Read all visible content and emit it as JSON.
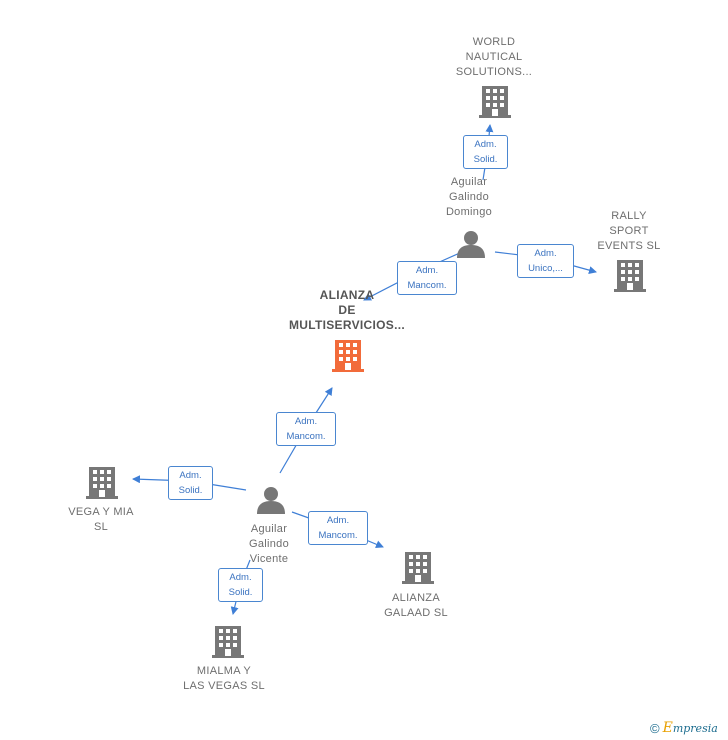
{
  "nodes": {
    "main": {
      "label_lines": [
        "ALIANZA",
        "DE",
        "MULTISERVICIOS..."
      ],
      "color": "#f26b3a"
    },
    "world": {
      "label_lines": [
        "WORLD",
        "NAUTICAL",
        "SOLUTIONS..."
      ]
    },
    "rally": {
      "label_lines": [
        "RALLY",
        "SPORT",
        "EVENTS  SL"
      ]
    },
    "vega": {
      "label_lines": [
        "VEGA Y MIA",
        "SL"
      ]
    },
    "galaad": {
      "label_lines": [
        "ALIANZA",
        "GALAAD  SL"
      ]
    },
    "mialma": {
      "label_lines": [
        "MIALMA Y",
        "LAS VEGAS  SL"
      ]
    },
    "domingo": {
      "label_lines": [
        "Aguilar",
        "Galindo",
        "Domingo"
      ]
    },
    "vicente": {
      "label_lines": [
        "Aguilar",
        "Galindo",
        "Vicente"
      ]
    }
  },
  "roles": {
    "domingo_world": [
      "Adm.",
      "Solid."
    ],
    "domingo_rally": [
      "Adm.",
      "Unico,..."
    ],
    "domingo_main": [
      "Adm.",
      "Mancom."
    ],
    "vicente_main": [
      "Adm.",
      "Mancom."
    ],
    "vicente_vega": [
      "Adm.",
      "Solid."
    ],
    "vicente_galaad": [
      "Adm.",
      "Mancom."
    ],
    "vicente_mialma": [
      "Adm.",
      "Solid."
    ]
  },
  "colors": {
    "company": "#777777",
    "main_company": "#f26b3a",
    "person": "#777777",
    "edge": "#3f7fd6"
  },
  "footer": {
    "copyright": "©",
    "brand_e": "E",
    "brand_rest": "mpresia"
  }
}
